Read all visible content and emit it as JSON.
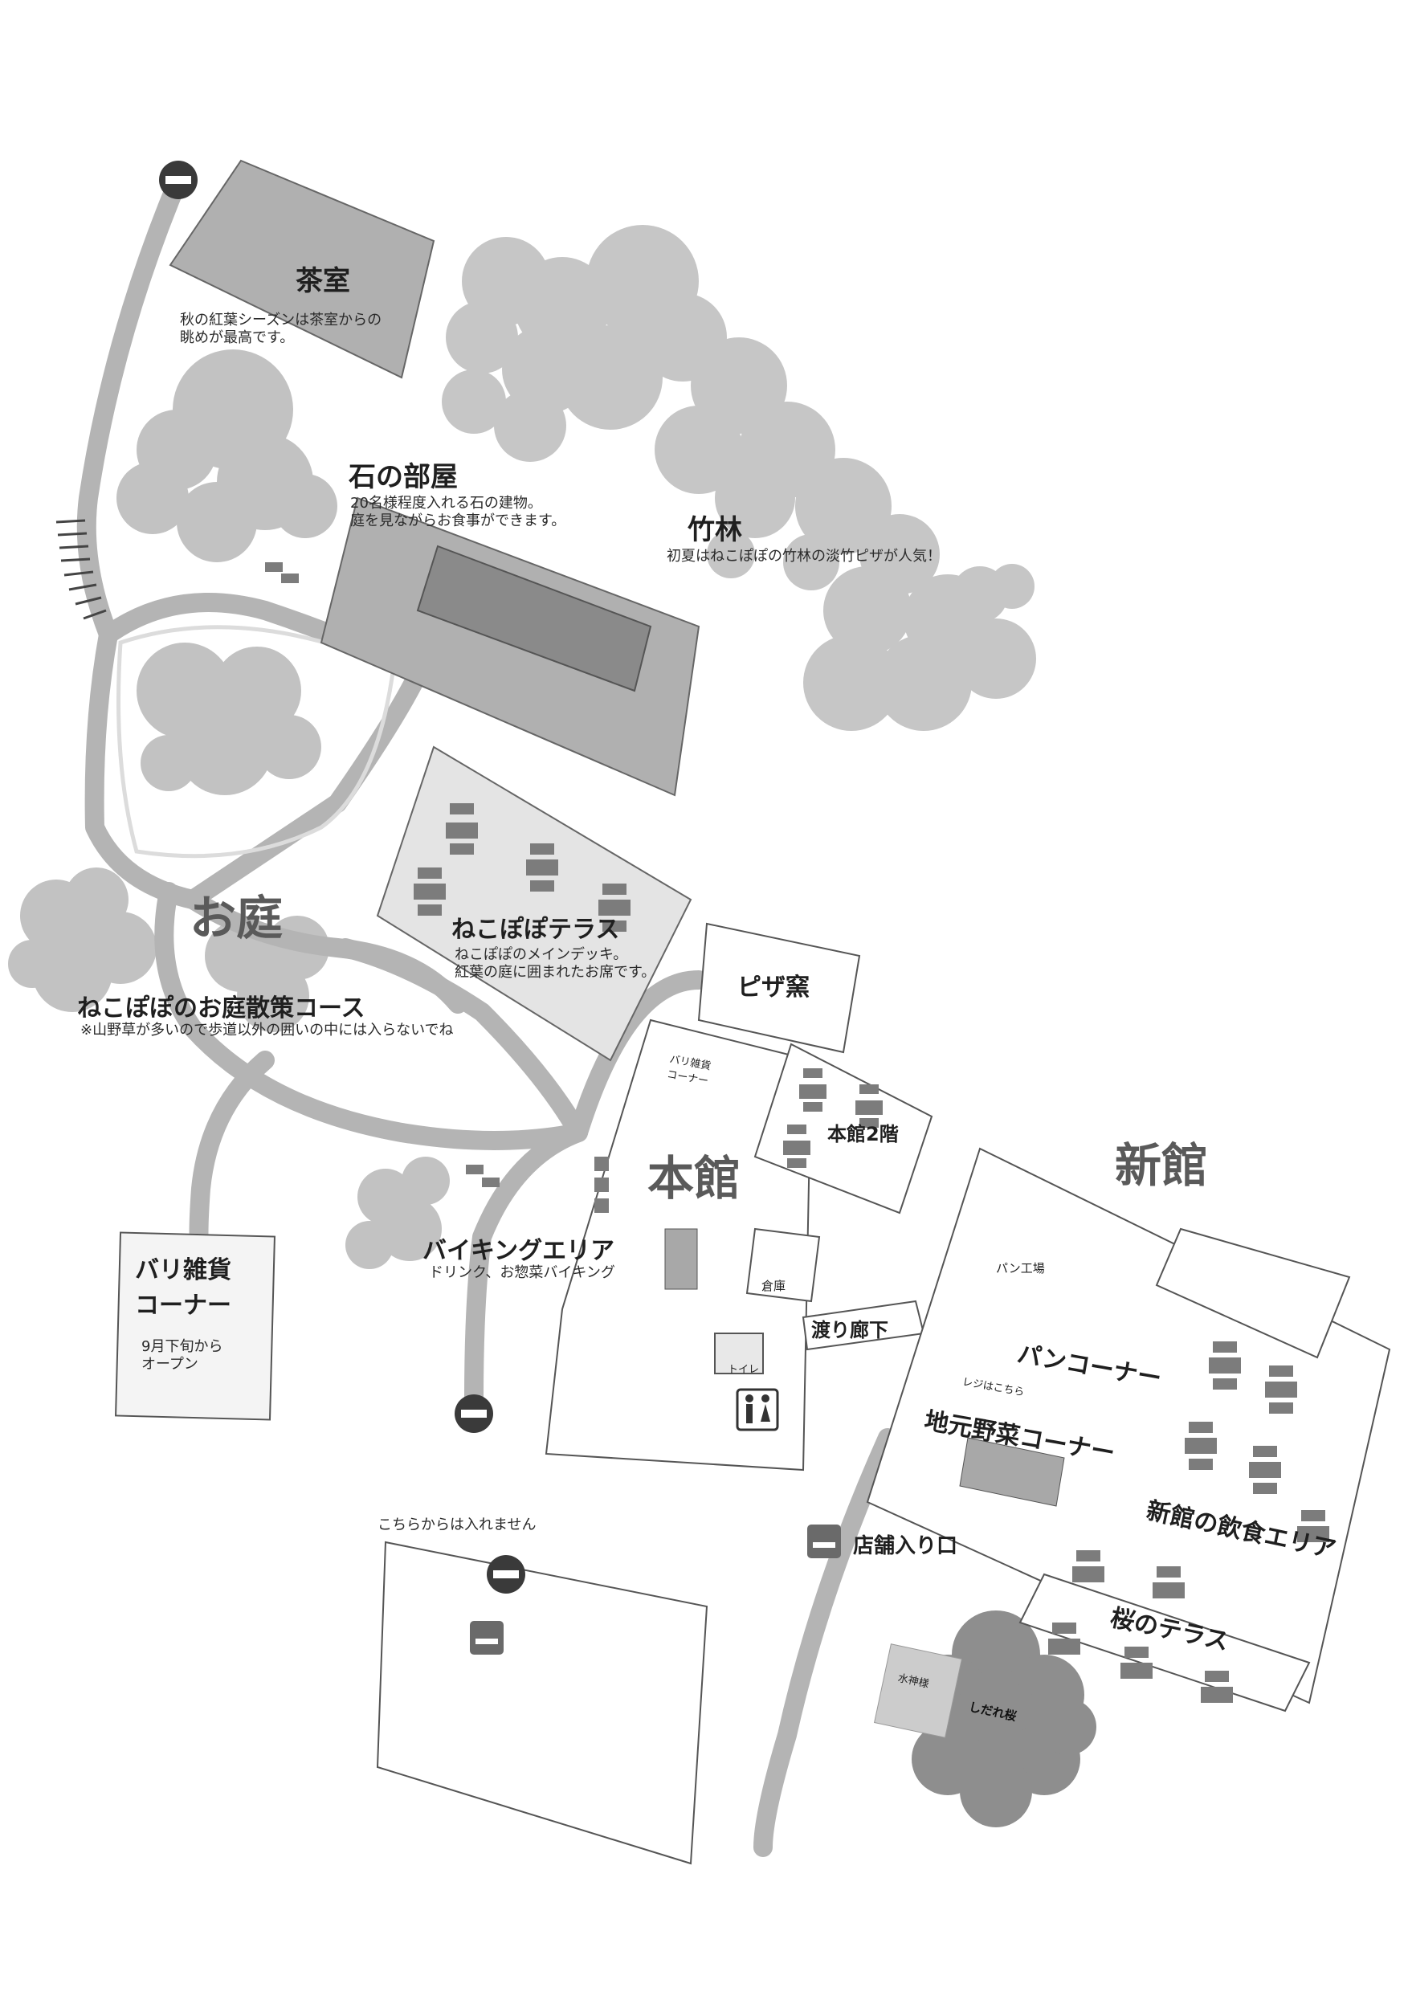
{
  "areas": {
    "chashitsu": {
      "title": "茶室",
      "desc": "秋の紅葉シーズンは茶室からの\n眺めが最高です。"
    },
    "ishi_no_heya": {
      "title": "石の部屋",
      "desc": "20名様程度入れる石の建物。\n庭を見ながらお食事ができます。"
    },
    "chikurin": {
      "title": "竹林",
      "desc": "初夏はねこぽぽの竹林の淡竹ピザが人気！"
    },
    "oniwa": {
      "title": "お庭"
    },
    "terrace": {
      "title": "ねこぽぽテラス",
      "desc": "ねこぽぽのメインデッキ。\n紅葉の庭に囲まれたお席です。"
    },
    "walk_course": {
      "title": "ねこぽぽのお庭散策コース",
      "desc": "※山野草が多いので歩道以外の囲いの中には入らないでね"
    },
    "pizza": {
      "title": "ピザ窯"
    },
    "bali_small": {
      "title": "バリ雑貨\nコーナー"
    },
    "honkan": {
      "title": "本館"
    },
    "honkan2f": {
      "title": "本館2階"
    },
    "shinkan": {
      "title": "新館"
    },
    "buffet": {
      "title": "バイキングエリア",
      "desc": "ドリンク、お惣菜バイキング"
    },
    "souko": {
      "title": "倉庫"
    },
    "watari": {
      "title": "渡り廊下"
    },
    "toilet": {
      "title": "トイレ"
    },
    "bali_corner": {
      "title": "バリ雑貨\nコーナー",
      "desc": "9月下旬から\nオープン"
    },
    "pan_kojo": {
      "title": "パン工場"
    },
    "pan_corner": {
      "title": "パンコーナー"
    },
    "register": {
      "title": "レジはこちら"
    },
    "yasai": {
      "title": "地元野菜コーナー"
    },
    "shinkan_eat": {
      "title": "新館の飲食エリア"
    },
    "sakura_terrace": {
      "title": "桜のテラス"
    },
    "entrance": {
      "title": "店舗入り口"
    },
    "no_entry": {
      "title": "こちらからは入れません"
    },
    "suijin": {
      "title": "水神様"
    },
    "shidare": {
      "title": "しだれ桜"
    }
  },
  "icons": [
    "no-entry-icon",
    "smoking-icon",
    "restroom-icon",
    "tree-icon",
    "table-icon"
  ],
  "colors": {
    "path": "#b4b4b4",
    "building": "#b0b0b0",
    "tree_light": "#c2c2c2",
    "tree_dark": "#8a8a8a",
    "deck": "#e4e4e4",
    "no_entry": "#3a3a3a"
  }
}
